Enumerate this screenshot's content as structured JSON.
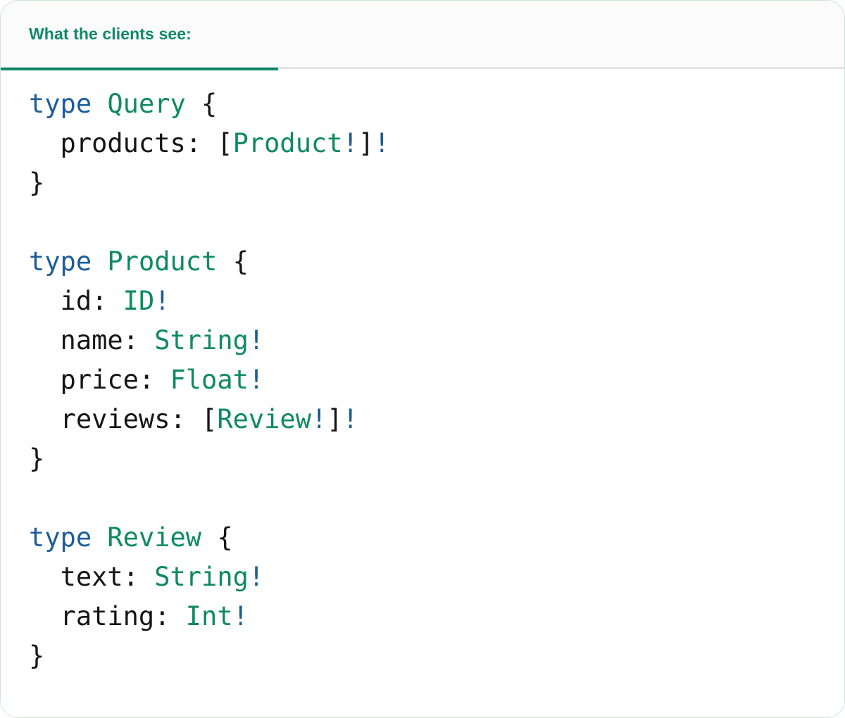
{
  "card": {
    "border_color": "#cfe3d6",
    "background": "#ffffff"
  },
  "tabs": [
    {
      "id": "what-the-clients-see",
      "label": "What the clients see:",
      "active": true,
      "color": "#0f8a67",
      "underline_color": "#12866a"
    }
  ],
  "colors": {
    "keyword": "#1d5d9b",
    "type_name": "#0e8a62",
    "punctuation": "#151515",
    "field_name": "#151515",
    "non_null_bang": "#1c5c92",
    "header_background": "#fbfbfb",
    "header_border": "#e4e4e4"
  },
  "code": {
    "language": "graphql",
    "lines": [
      [
        {
          "t": "type",
          "c": "kw"
        },
        {
          "t": " ",
          "c": "pun"
        },
        {
          "t": "Query",
          "c": "type"
        },
        {
          "t": " {",
          "c": "pun"
        }
      ],
      [
        {
          "t": "  products",
          "c": "name"
        },
        {
          "t": ": [",
          "c": "pun"
        },
        {
          "t": "Product",
          "c": "type"
        },
        {
          "t": "!",
          "c": "bang"
        },
        {
          "t": "]",
          "c": "pun"
        },
        {
          "t": "!",
          "c": "bang"
        }
      ],
      [
        {
          "t": "}",
          "c": "pun"
        }
      ],
      [],
      [
        {
          "t": "type",
          "c": "kw"
        },
        {
          "t": " ",
          "c": "pun"
        },
        {
          "t": "Product",
          "c": "type"
        },
        {
          "t": " {",
          "c": "pun"
        }
      ],
      [
        {
          "t": "  id",
          "c": "name"
        },
        {
          "t": ": ",
          "c": "pun"
        },
        {
          "t": "ID",
          "c": "type"
        },
        {
          "t": "!",
          "c": "bang"
        }
      ],
      [
        {
          "t": "  name",
          "c": "name"
        },
        {
          "t": ": ",
          "c": "pun"
        },
        {
          "t": "String",
          "c": "type"
        },
        {
          "t": "!",
          "c": "bang"
        }
      ],
      [
        {
          "t": "  price",
          "c": "name"
        },
        {
          "t": ": ",
          "c": "pun"
        },
        {
          "t": "Float",
          "c": "type"
        },
        {
          "t": "!",
          "c": "bang"
        }
      ],
      [
        {
          "t": "  reviews",
          "c": "name"
        },
        {
          "t": ": [",
          "c": "pun"
        },
        {
          "t": "Review",
          "c": "type"
        },
        {
          "t": "!",
          "c": "bang"
        },
        {
          "t": "]",
          "c": "pun"
        },
        {
          "t": "!",
          "c": "bang"
        }
      ],
      [
        {
          "t": "}",
          "c": "pun"
        }
      ],
      [],
      [
        {
          "t": "type",
          "c": "kw"
        },
        {
          "t": " ",
          "c": "pun"
        },
        {
          "t": "Review",
          "c": "type"
        },
        {
          "t": " {",
          "c": "pun"
        }
      ],
      [
        {
          "t": "  text",
          "c": "name"
        },
        {
          "t": ": ",
          "c": "pun"
        },
        {
          "t": "String",
          "c": "type"
        },
        {
          "t": "!",
          "c": "bang"
        }
      ],
      [
        {
          "t": "  rating",
          "c": "name"
        },
        {
          "t": ": ",
          "c": "pun"
        },
        {
          "t": "Int",
          "c": "type"
        },
        {
          "t": "!",
          "c": "bang"
        }
      ],
      [
        {
          "t": "}",
          "c": "pun"
        }
      ]
    ]
  }
}
